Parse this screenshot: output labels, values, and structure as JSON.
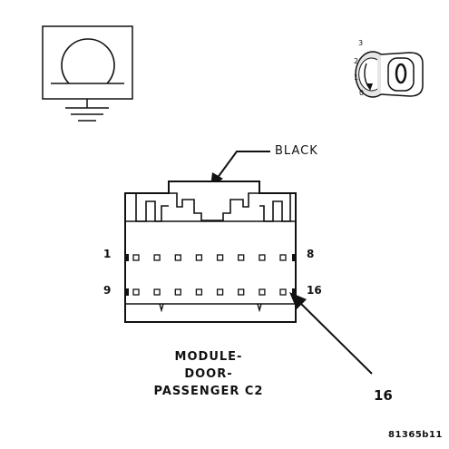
{
  "connector": {
    "color": "BLACK",
    "title_lines": [
      "MODULE-",
      "DOOR-",
      "PASSENGER C2"
    ],
    "pin_labels": {
      "top_left": "1",
      "top_right": "8",
      "bottom_left": "9",
      "bottom_right": "16"
    },
    "top_row_pins": 8,
    "bottom_row_pins": 8
  },
  "callout": {
    "label": "16"
  },
  "ignition_key_positions": [
    "3",
    "2",
    "1",
    "0"
  ],
  "figure_id": "81365b11",
  "icons": [
    "ground-symbol-icon",
    "ignition-key-icon"
  ]
}
